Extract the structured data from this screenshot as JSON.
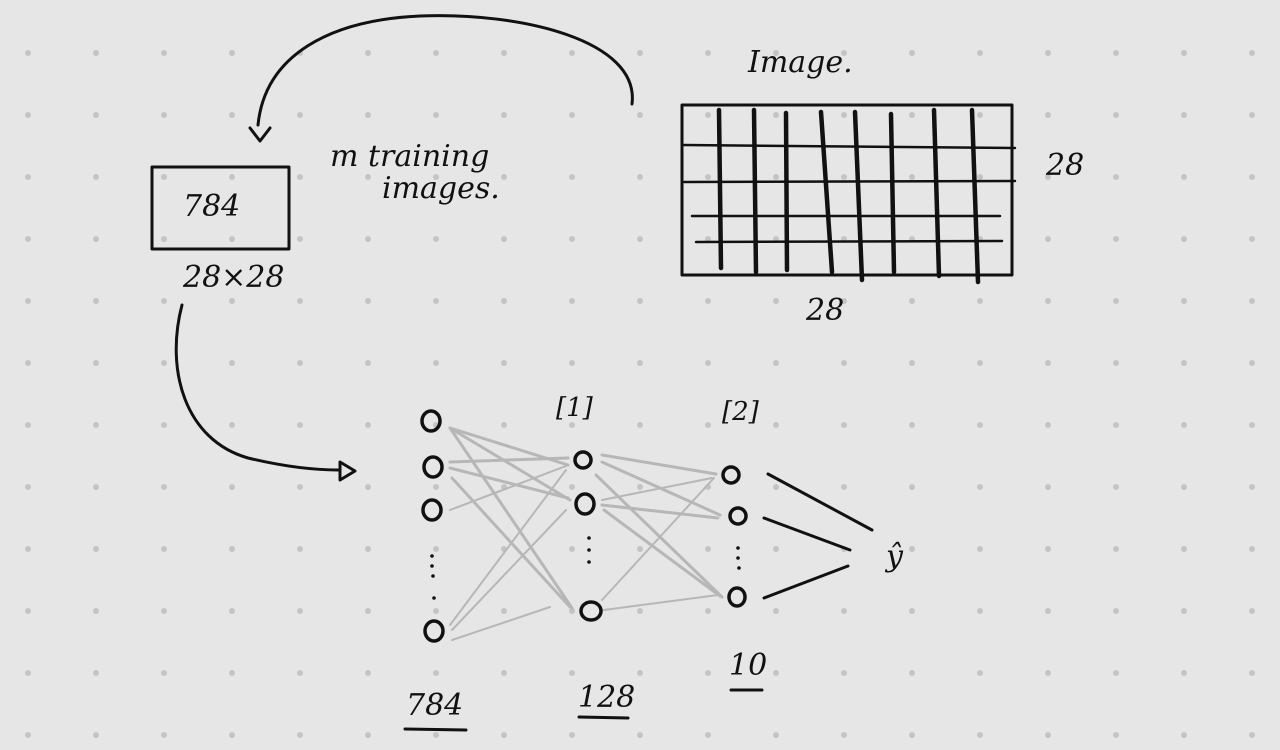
{
  "diagram": {
    "image_label": "Image.",
    "grid_side_label": "28",
    "grid_bottom_label": "28",
    "input_box_label": "784",
    "shape_label": "28×28",
    "training_label_line1": "m training",
    "training_label_line2": "images.",
    "layer1_label": "[1]",
    "layer2_label": "[2]",
    "output_label": "ŷ",
    "input_count": "784",
    "hidden_count": "128",
    "output_count": "10"
  },
  "colors": {
    "background": "#e6e6e6",
    "ink": "#111111",
    "connection": "#b7b7b7",
    "dots": "#c4c4c4"
  }
}
